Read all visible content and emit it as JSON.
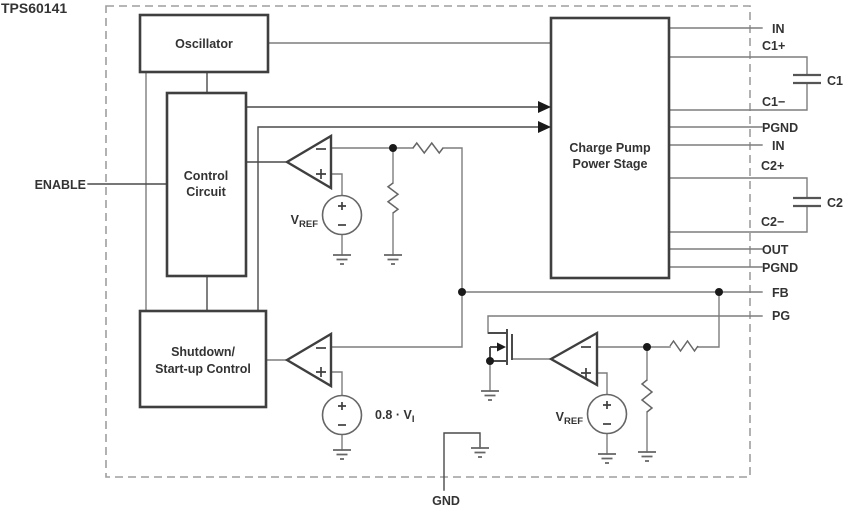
{
  "title": "TPS60141",
  "blocks": {
    "oscillator": {
      "label": "Oscillator"
    },
    "control_circuit": {
      "line1": "Control",
      "line2": "Circuit"
    },
    "shutdown": {
      "line1": "Shutdown/",
      "line2": "Start-up Control"
    },
    "charge_pump": {
      "line1": "Charge Pump",
      "line2": "Power Stage"
    }
  },
  "pins": {
    "left": {
      "enable": "ENABLE"
    },
    "bottom": {
      "gnd": "GND"
    },
    "right": [
      "IN",
      "C1+",
      "C1−",
      "PGND",
      "IN",
      "C2+",
      "C2−",
      "OUT",
      "PGND",
      "FB",
      "PG"
    ]
  },
  "capacitors": [
    "C1",
    "C2"
  ],
  "sources": {
    "vref_top": {
      "main": "V",
      "sub": "REF"
    },
    "vref_bottom": {
      "main": "V",
      "sub": "REF"
    },
    "startup_threshold": {
      "main": "0.8 · V",
      "sub": "I"
    }
  },
  "colors": {
    "wire": "#7d7d7d",
    "block_border": "#3f3f3f",
    "dashed_border": "#9e9e9e",
    "text": "#333333",
    "node": "#1a1a1a",
    "symbol": "#666666",
    "background": "#ffffff"
  }
}
